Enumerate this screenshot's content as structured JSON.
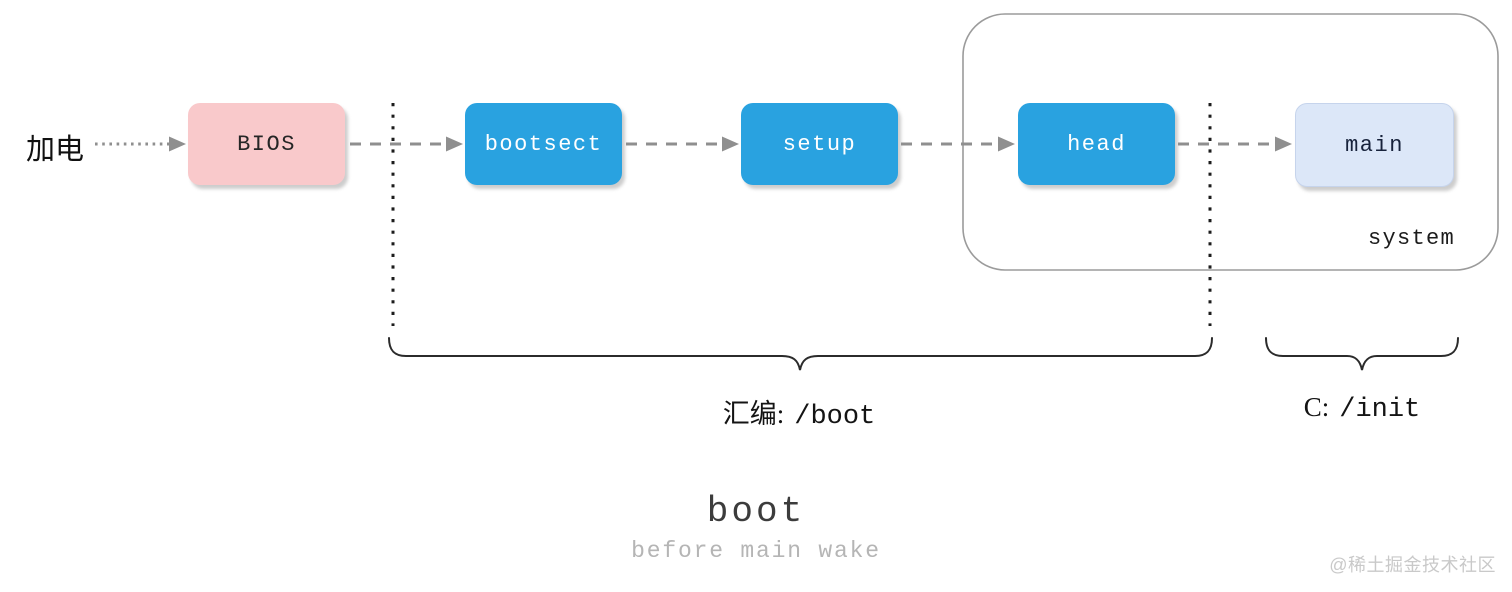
{
  "diagram": {
    "power_label": "加电",
    "nodes": [
      {
        "id": "bios",
        "label": "BIOS"
      },
      {
        "id": "bootsect",
        "label": "bootsect"
      },
      {
        "id": "setup",
        "label": "setup"
      },
      {
        "id": "head",
        "label": "head"
      },
      {
        "id": "main",
        "label": "main"
      }
    ],
    "system_group_label": "system",
    "annotations": {
      "assembly": {
        "prefix": "汇编:",
        "path": "/boot"
      },
      "c": {
        "prefix": "C:",
        "path": "/init"
      }
    },
    "title": "boot",
    "subtitle": "before main wake",
    "watermark": "@稀土掘金技术社区",
    "colors": {
      "node_blue": "#29a2e0",
      "node_pink": "#f9c9cb",
      "node_light": "#dce7f8",
      "line_gray": "#8f8f8f",
      "text_light_gray": "#b5b5b5",
      "watermark_gray": "#c9c9c9"
    }
  }
}
